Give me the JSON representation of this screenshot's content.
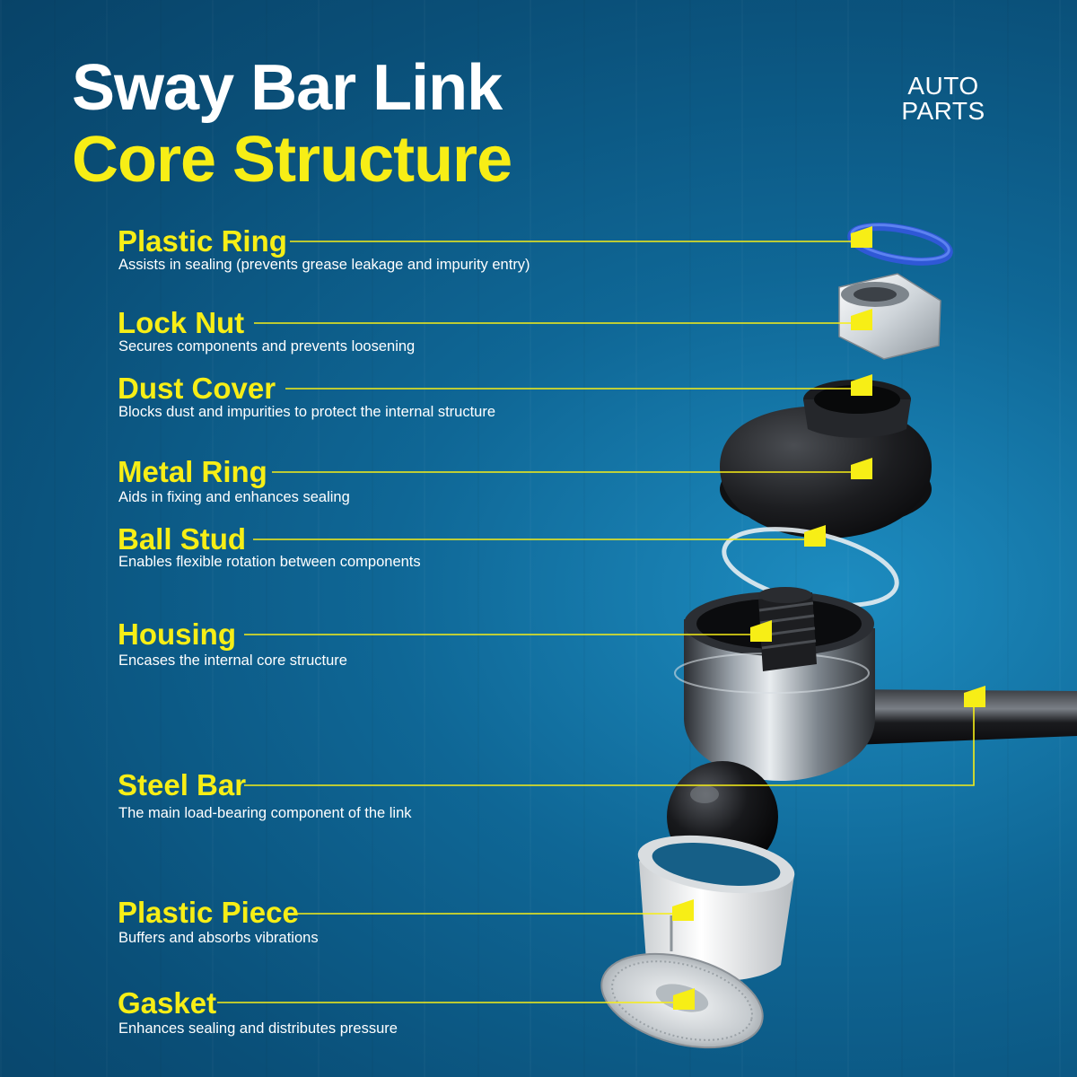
{
  "title": {
    "line1": "Sway Bar Link",
    "line2": "Core Structure"
  },
  "brand": {
    "line1": "AUTO",
    "line2": "PARTS"
  },
  "parts": [
    {
      "name": "Plastic Ring",
      "description": "Assists in sealing (prevents grease leakage and impurity entry)"
    },
    {
      "name": "Lock Nut",
      "description": "Secures components and prevents loosening"
    },
    {
      "name": "Dust Cover",
      "description": "Blocks dust and impurities to protect the internal structure"
    },
    {
      "name": "Metal Ring",
      "description": "Aids in fixing and enhances sealing"
    },
    {
      "name": "Ball Stud",
      "description": "Enables flexible rotation between components"
    },
    {
      "name": "Housing",
      "description": "Encases the internal core structure"
    },
    {
      "name": "Steel Bar",
      "description": "The main load-bearing component of the link"
    },
    {
      "name": "Plastic Piece",
      "description": "Buffers and absorbs vibrations"
    },
    {
      "name": "Gasket",
      "description": "Enhances sealing and distributes pressure"
    }
  ],
  "colors": {
    "accent": "#f7ee16",
    "background": "#0f6796",
    "text": "#ffffff"
  }
}
